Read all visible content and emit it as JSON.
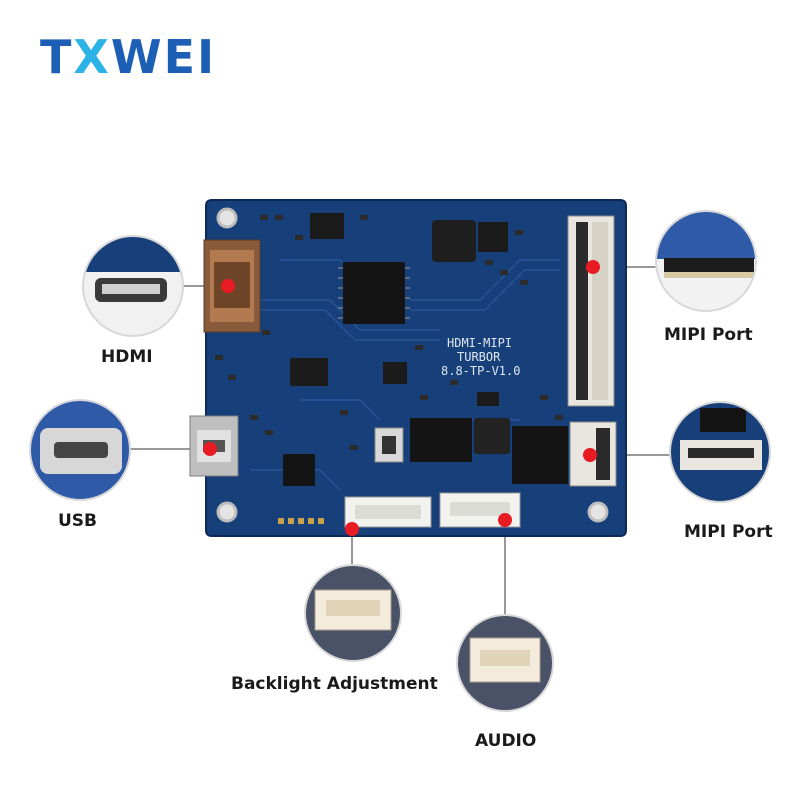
{
  "brand": {
    "logo_text": "TXWEI",
    "logo_color": "#1d5fb4",
    "logo_accent": "#2bb3e8"
  },
  "board": {
    "silkscreen_lines": [
      "HDMI-MIPI",
      "TURBOR",
      "8.8-TP-V1.0"
    ],
    "color": "#173f7a",
    "marker_color": "#e81b23"
  },
  "callouts": {
    "hdmi": "HDMI",
    "usb": "USB",
    "mipi_top": "MIPI Port",
    "mipi_bottom": "MIPI Port",
    "backlight": "Backlight Adjustment",
    "audio": "AUDIO"
  }
}
